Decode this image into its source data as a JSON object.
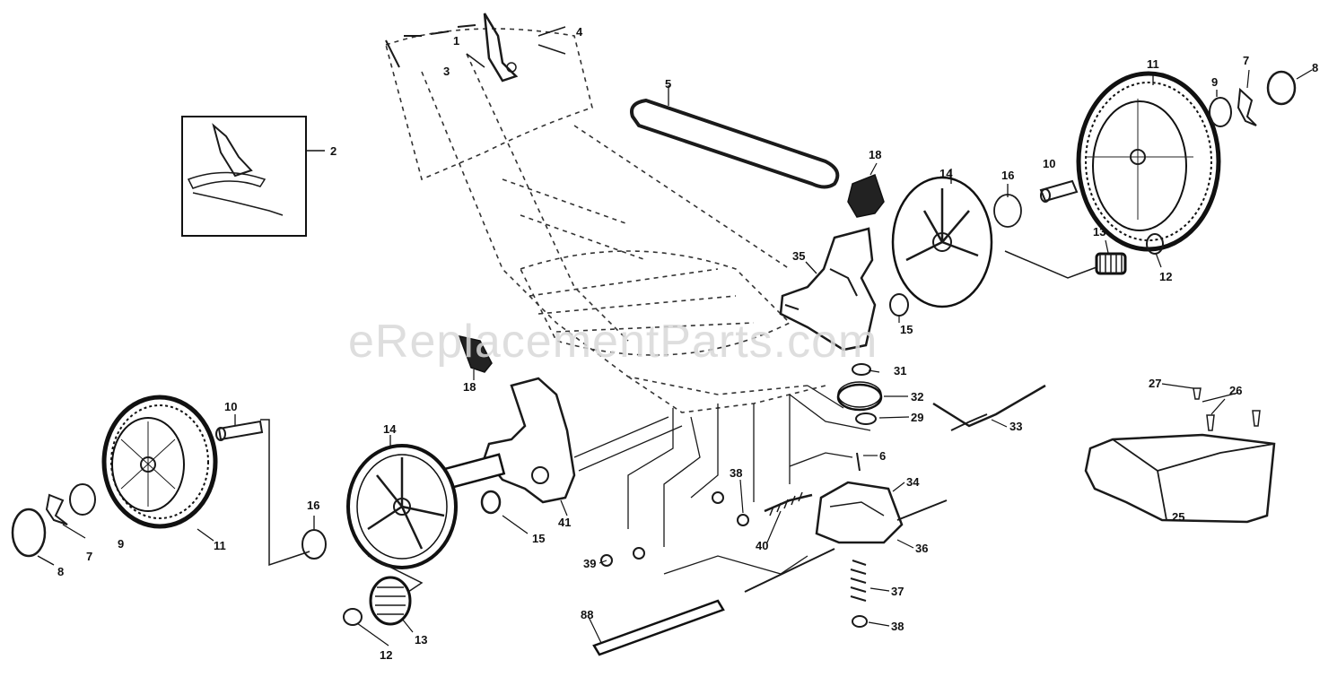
{
  "watermark": "eReplacementParts.com",
  "labels": {
    "p1": "1",
    "p2": "2",
    "p3": "3",
    "p4": "4",
    "p5": "5",
    "p6": "6",
    "p7": "7",
    "p8": "8",
    "p9": "9",
    "p10": "10",
    "p11": "11",
    "p12": "12",
    "p13": "13",
    "p14": "14",
    "p15": "15",
    "p16": "16",
    "p18": "18",
    "p25": "25",
    "p26": "26",
    "p27": "27",
    "p29": "29",
    "p31": "31",
    "p32": "32",
    "p33": "33",
    "p34": "34",
    "p35": "35",
    "p36": "36",
    "p37": "37",
    "p38": "38",
    "p39": "39",
    "p40": "40",
    "p41": "41",
    "p88": "88"
  }
}
